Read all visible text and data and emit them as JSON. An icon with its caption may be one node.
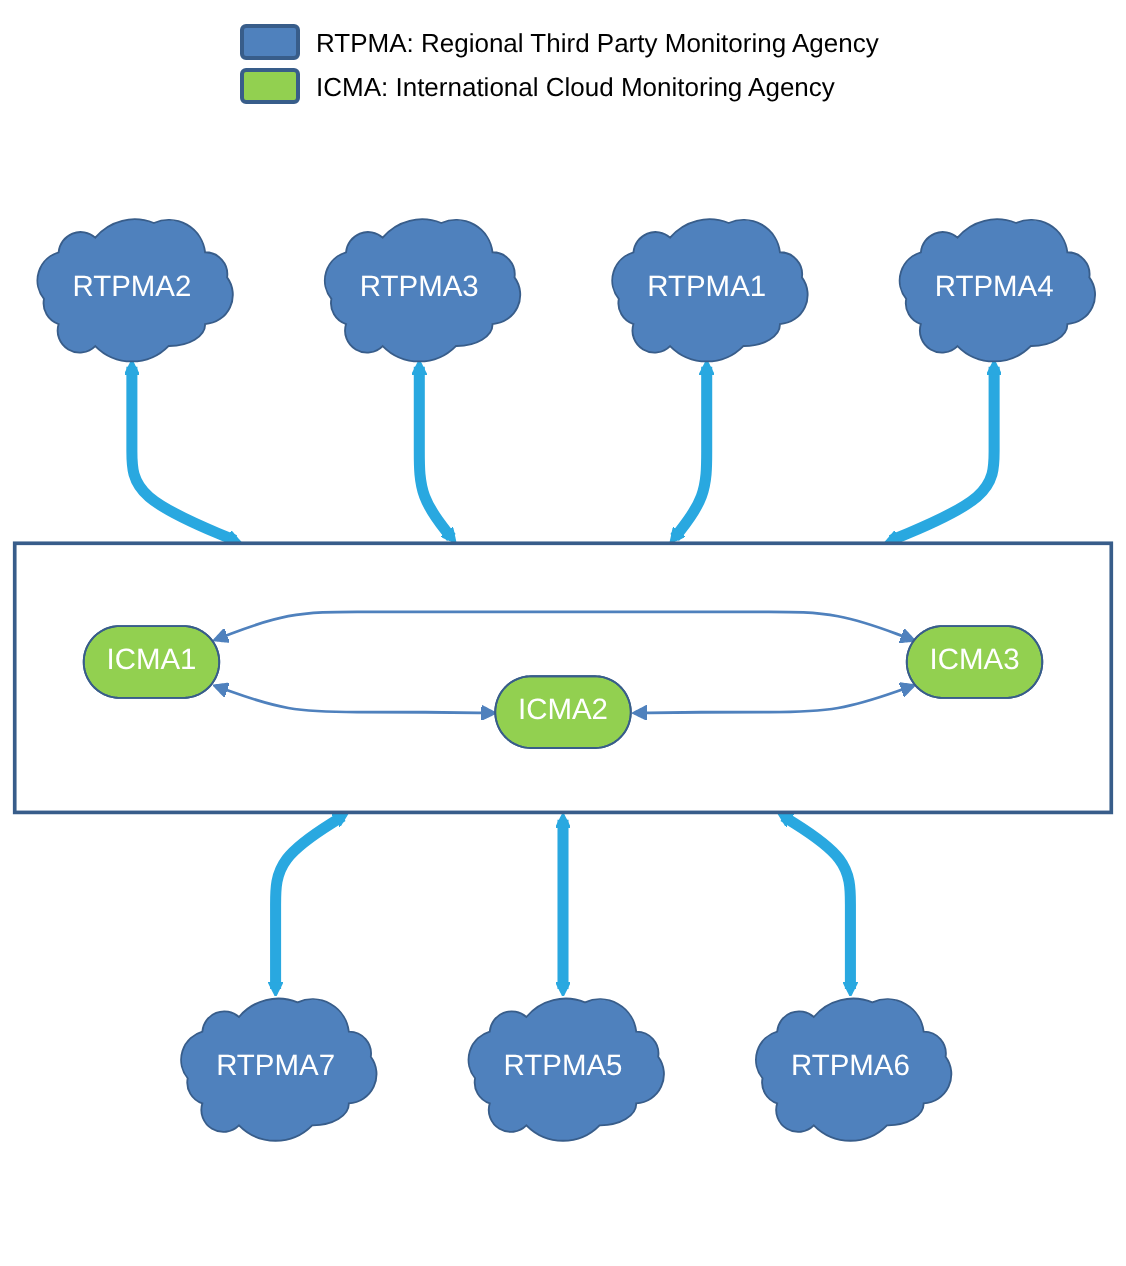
{
  "diagram": {
    "nodes": [
      {
        "text": [
          "RTPMA2"
        ]
      },
      {
        "text": [
          "RTPMA3"
        ]
      },
      {
        "text": [],
        "shape": "box"
      },
      {
        "text": [
          "ICMA1"
        ],
        "in": 2
      },
      {
        "text": [
          "RTPMA1"
        ]
      },
      {
        "text": [
          "RTPMA4"
        ]
      },
      {
        "text": [
          "ICMA2"
        ],
        "in": 2
      },
      {
        "text": [
          "ICMA3"
        ],
        "in": 2
      },
      {
        "text": [
          "RTPMA7"
        ]
      },
      {
        "text": [
          "RTPMA5"
        ]
      },
      {
        "text": [
          "RTPMA6"
        ]
      }
    ],
    "edges": [
      {
        "from": 0,
        "to": 2,
        "arrow": "both"
      },
      {
        "from": 1,
        "to": 2,
        "arrow": "both"
      },
      {
        "from": 4,
        "to": 2,
        "arrow": "both"
      },
      {
        "from": 5,
        "to": 2,
        "arrow": "both"
      },
      {
        "from": 2,
        "to": 8,
        "arrow": "both"
      },
      {
        "from": 2,
        "to": 9,
        "arrow": "both"
      },
      {
        "from": 2,
        "to": 10,
        "arrow": "both"
      },
      {
        "from": 3,
        "to": 6,
        "arrow": "both",
        "color": "#4f81bd"
      },
      {
        "from": 3,
        "to": 7,
        "arrow": "both",
        "color": "#4f81bd"
      },
      {
        "from": 6,
        "to": 7,
        "arrow": "both",
        "color": "#4f81bd"
      }
    ],
    "legend": [
      {
        "text": "RTPMA: Regional Third Party Monitoring Agency",
        "color": "#4f81bd"
      },
      {
        "text": "ICMA: International Cloud Monitoring Agency",
        "color": "#92d050"
      }
    ]
  }
}
